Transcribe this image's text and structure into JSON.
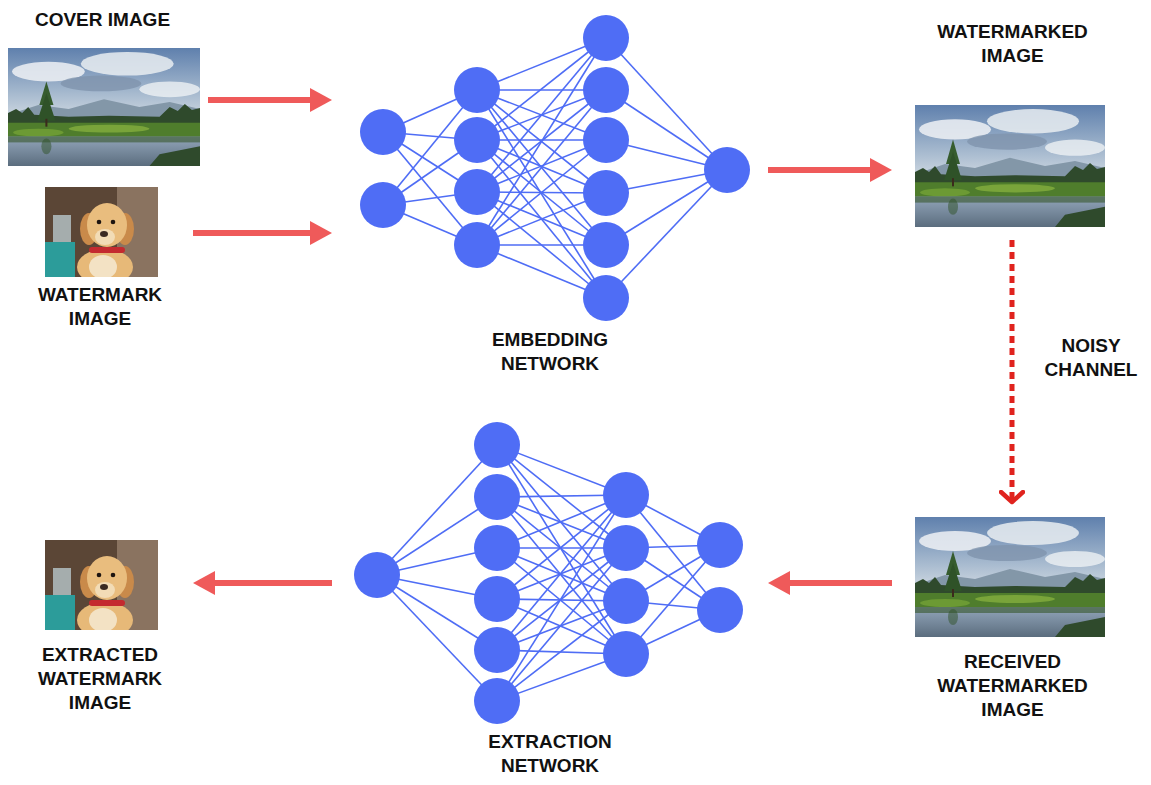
{
  "diagram": {
    "nodes": [
      {
        "text": [
          "COVER IMAGE"
        ]
      },
      {
        "text": [
          "WATERMARK IMAGE"
        ]
      },
      {
        "text": [
          "EMBEDDING NETWORK"
        ]
      },
      {
        "text": [
          "WATERMARKED IMAGE"
        ]
      },
      {
        "text": [
          "RECEIVED WATERMARKED IMAGE"
        ]
      },
      {
        "text": [
          "EXTRACTION NETWORK"
        ]
      },
      {
        "text": [
          "EXTRACTED WATERMARK IMAGE"
        ]
      }
    ],
    "edges": [
      {
        "from": 0,
        "to": 2,
        "arrow": "to"
      },
      {
        "from": 1,
        "to": 2,
        "arrow": "to"
      },
      {
        "from": 2,
        "to": 3,
        "arrow": "to"
      },
      {
        "from": 3,
        "to": 4,
        "arrow": "to",
        "label": "NOISY CHANNEL"
      },
      {
        "from": 4,
        "to": 5,
        "arrow": "to"
      },
      {
        "from": 5,
        "to": 6,
        "arrow": "to"
      }
    ]
  }
}
